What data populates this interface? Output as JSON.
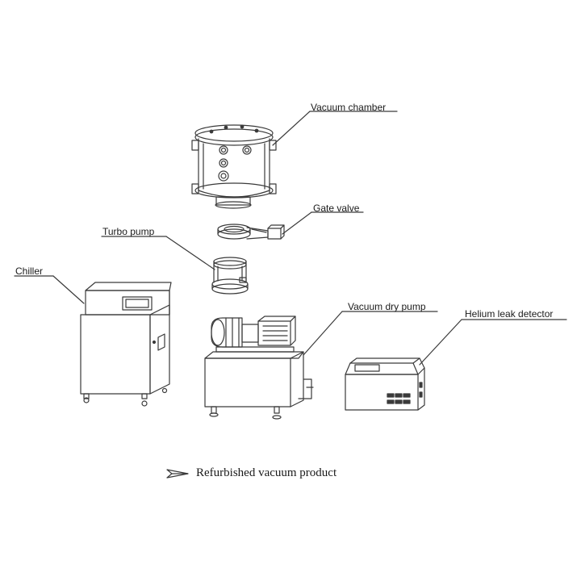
{
  "labels": {
    "vacuum_chamber": "Vacuum chamber",
    "gate_valve": "Gate valve",
    "turbo_pump": "Turbo pump",
    "chiller": "Chiller",
    "vacuum_dry_pump": "Vacuum dry pump",
    "helium_leak_detector": "Helium leak detector"
  },
  "caption": {
    "icon": "arrow-right-icon",
    "text": "Refurbished vacuum product"
  },
  "colors": {
    "line": "#3a3a3a",
    "background": "#ffffff"
  }
}
